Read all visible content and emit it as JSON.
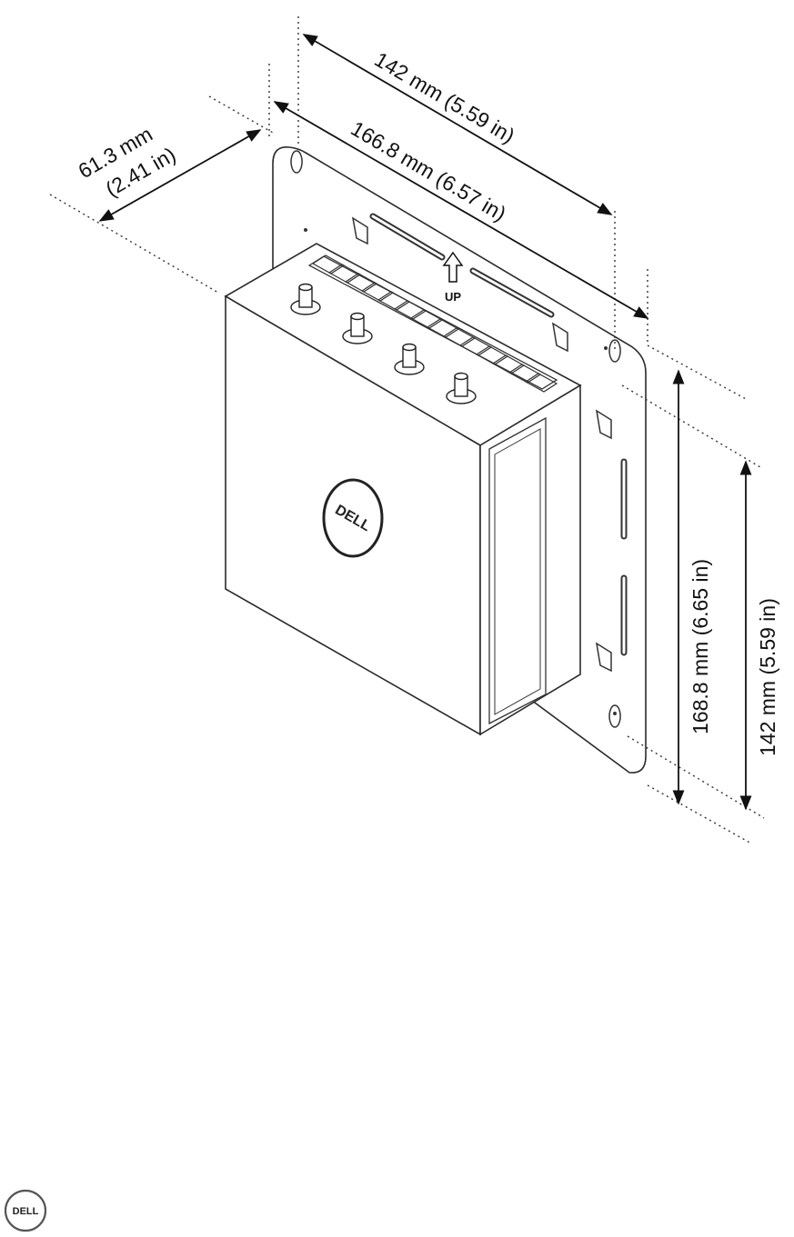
{
  "dimensions": {
    "top_inner": "142 mm (5.59 in)",
    "top_outer": "166.8 mm (6.57 in)",
    "depth": [
      "61.3 mm",
      "(2.41 in)"
    ],
    "right_outer": "168.8 mm (6.65 in)",
    "right_inner": "142 mm (5.59 in)"
  },
  "labels": {
    "up": "UP",
    "device_logo": "DELL",
    "footer_logo": "DELL"
  }
}
